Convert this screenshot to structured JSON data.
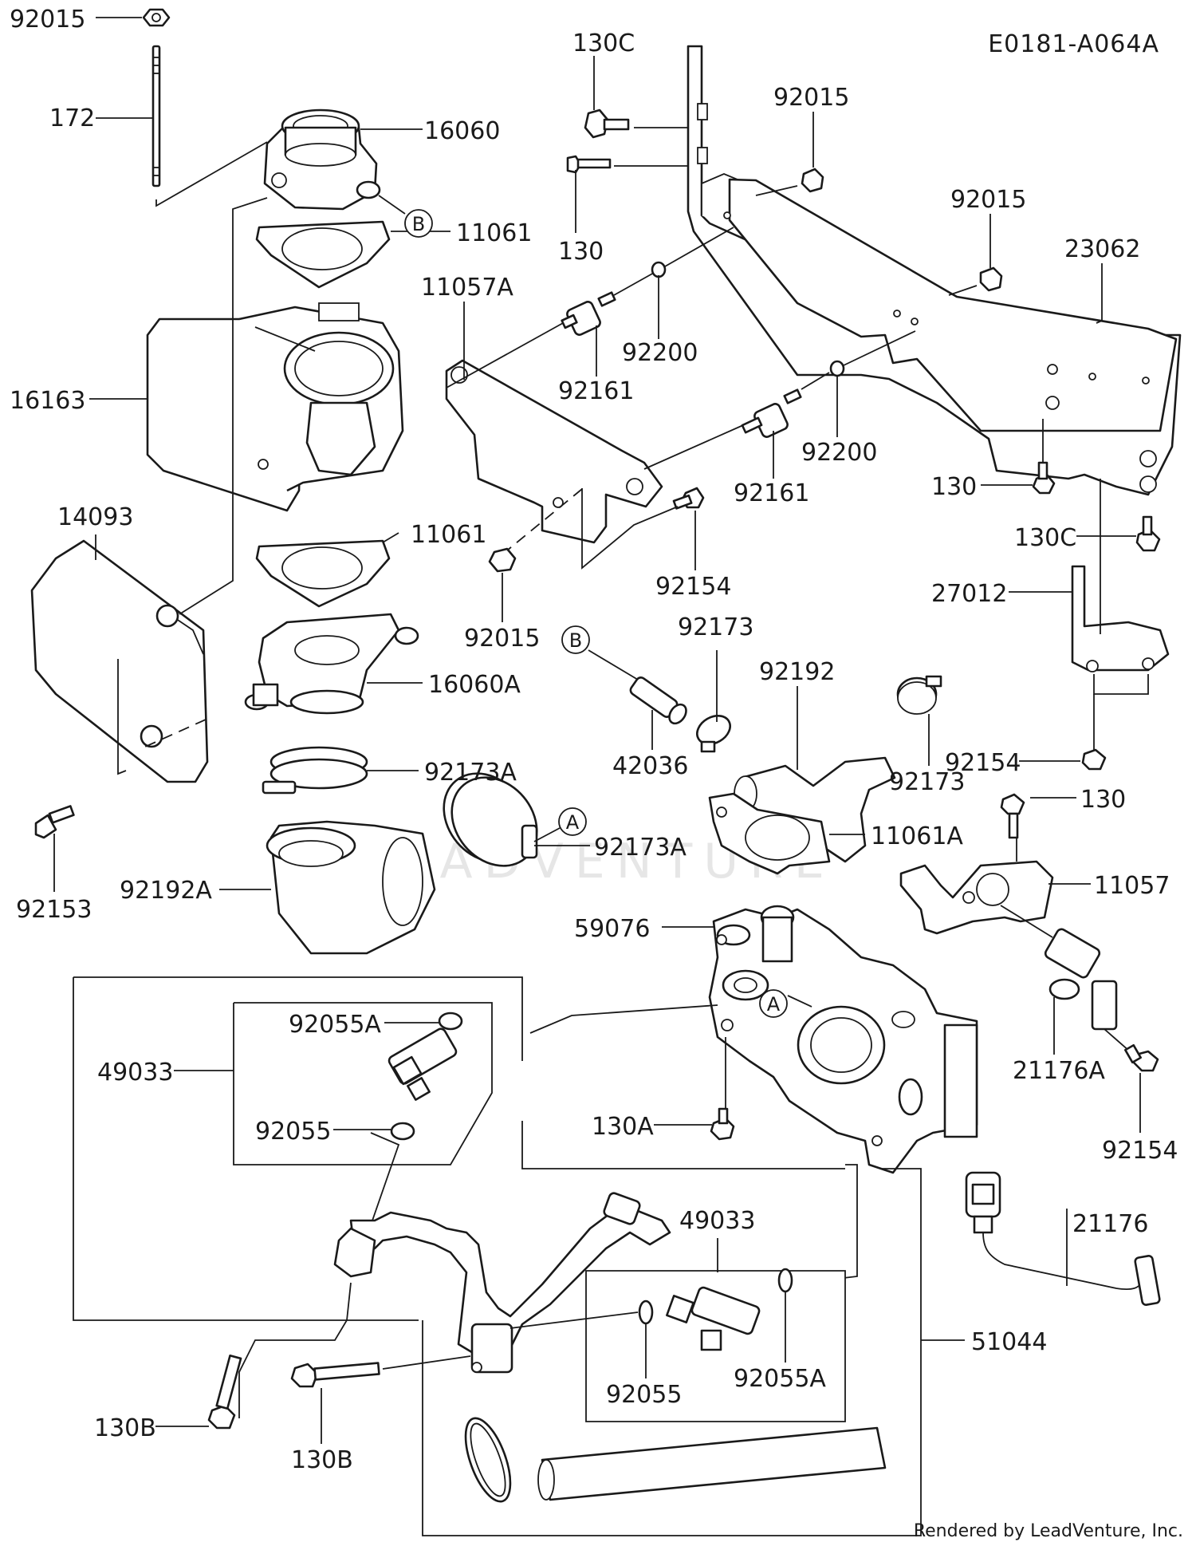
{
  "diagram_code": "E0181-A064A",
  "footer": "Rendered by LeadVenture, Inc.",
  "labels": {
    "n92015_top": "92015",
    "n172": "172",
    "n16060": "16060",
    "n11061_top": "11061",
    "n16163": "16163",
    "n11061_mid": "11061",
    "n14093": "14093",
    "n16060A": "16060A",
    "n92173A_left": "92173A",
    "n92192A": "92192A",
    "n92153": "92153",
    "n130C_top": "130C",
    "n130_top": "130",
    "n92015_b": "92015",
    "n92015_c": "92015",
    "n23062": "23062",
    "n11057A": "11057A",
    "n92200_a": "92200",
    "n92161_a": "92161",
    "n92200_b": "92200",
    "n92161_b": "92161",
    "n130_right": "130",
    "n130C_right": "130C",
    "n92154_a": "92154",
    "n92015_mid": "92015",
    "n27012": "27012",
    "n92173_top": "92173",
    "n92192": "92192",
    "n42036": "42036",
    "n92173_right": "92173",
    "n92154_b": "92154",
    "n130_b": "130",
    "n92173A_mid": "92173A",
    "n11061A": "11061A",
    "n11057": "11057",
    "n59076": "59076",
    "n92055A_top": "92055A",
    "n49033_left": "49033",
    "n92055_left": "92055",
    "n130A": "130A",
    "n21176A": "21176A",
    "n92154_c": "92154",
    "n49033_bottom": "49033",
    "n21176": "21176",
    "n51044": "51044",
    "n92055_bottom": "92055",
    "n92055A_bottom": "92055A",
    "n130B_left": "130B",
    "n130B_bottom": "130B"
  },
  "callouts": {
    "A": "A",
    "B": "B"
  },
  "watermark": "LEADVENTURE"
}
